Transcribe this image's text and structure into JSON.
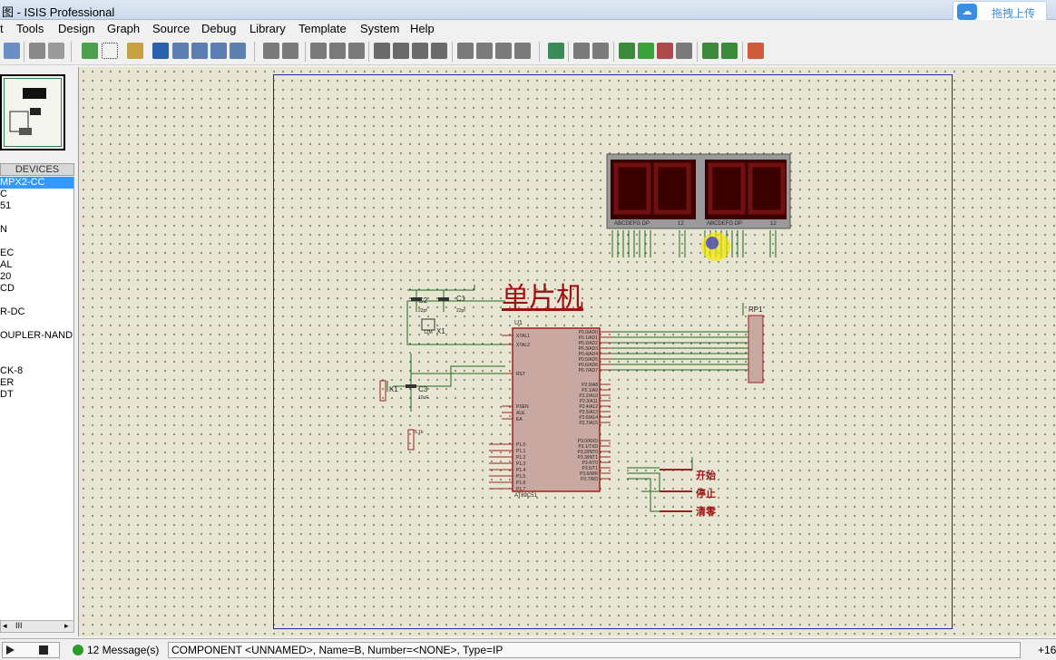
{
  "window": {
    "title": "图 - ISIS Professional",
    "upload_label": "拖拽上传"
  },
  "menu": [
    "t",
    "Tools",
    "Design",
    "Graph",
    "Source",
    "Debug",
    "Library",
    "Template",
    "System",
    "Help"
  ],
  "devices": {
    "header": "DEVICES",
    "items": [
      "MPX2-CC",
      "C",
      "51",
      "",
      "N",
      "",
      "EC",
      "AL",
      "20",
      "CD",
      "",
      "R-DC",
      "",
      "",
      "OUPLER-NAND",
      "",
      "",
      "CK-8",
      "ER",
      "DT"
    ],
    "selected_index": 0
  },
  "schematic": {
    "heading": "单片机",
    "mcu_ref": "U1",
    "mcu_left_pins": [
      "XTAL1",
      "XTAL2",
      "RST",
      "PSEN",
      "ALE",
      "EA",
      "P1.0",
      "P1.1",
      "P1.2",
      "P1.3",
      "P1.4",
      "P1.5",
      "P1.6",
      "P1.7"
    ],
    "mcu_right_pins": [
      "P0.0/AD0",
      "P0.1/AD1",
      "P0.2/AD2",
      "P0.3/AD3",
      "P0.4/AD4",
      "P0.5/AD5",
      "P0.6/AD6",
      "P0.7/AD7",
      "P2.0/A8",
      "P2.1/A9",
      "P2.2/A10",
      "P2.3/A11",
      "P2.4/A12",
      "P2.5/A13",
      "P2.6/A14",
      "P2.7/A15",
      "P3.0/RXD",
      "P3.1/TXD",
      "P3.2/INT0",
      "P3.3/INT1",
      "P3.4/T0",
      "P3.5/T1",
      "P3.6/WR",
      "P3.7/RD"
    ],
    "mcu_part": "AT89C51",
    "c1": "C1",
    "c2": "C2",
    "c3": "C3",
    "x1": "X1",
    "k1": "K1",
    "rp1": "RP1",
    "r_val": "5.1k",
    "c_val": "22pf",
    "c3_val": "10uF",
    "x_val": "12M",
    "display_pins": "ABCDEFG DP",
    "display_digits": "12",
    "button_labels": [
      "开始",
      "停止",
      "清零"
    ]
  },
  "status": {
    "messages": "12 Message(s)",
    "info": "COMPONENT <UNNAMED>, Name=B, Number=<NONE>, Type=IP",
    "coord": "+16"
  },
  "colors": {
    "wire": "#1a6b1a",
    "body": "#c04040",
    "accent": "#3399ff"
  }
}
